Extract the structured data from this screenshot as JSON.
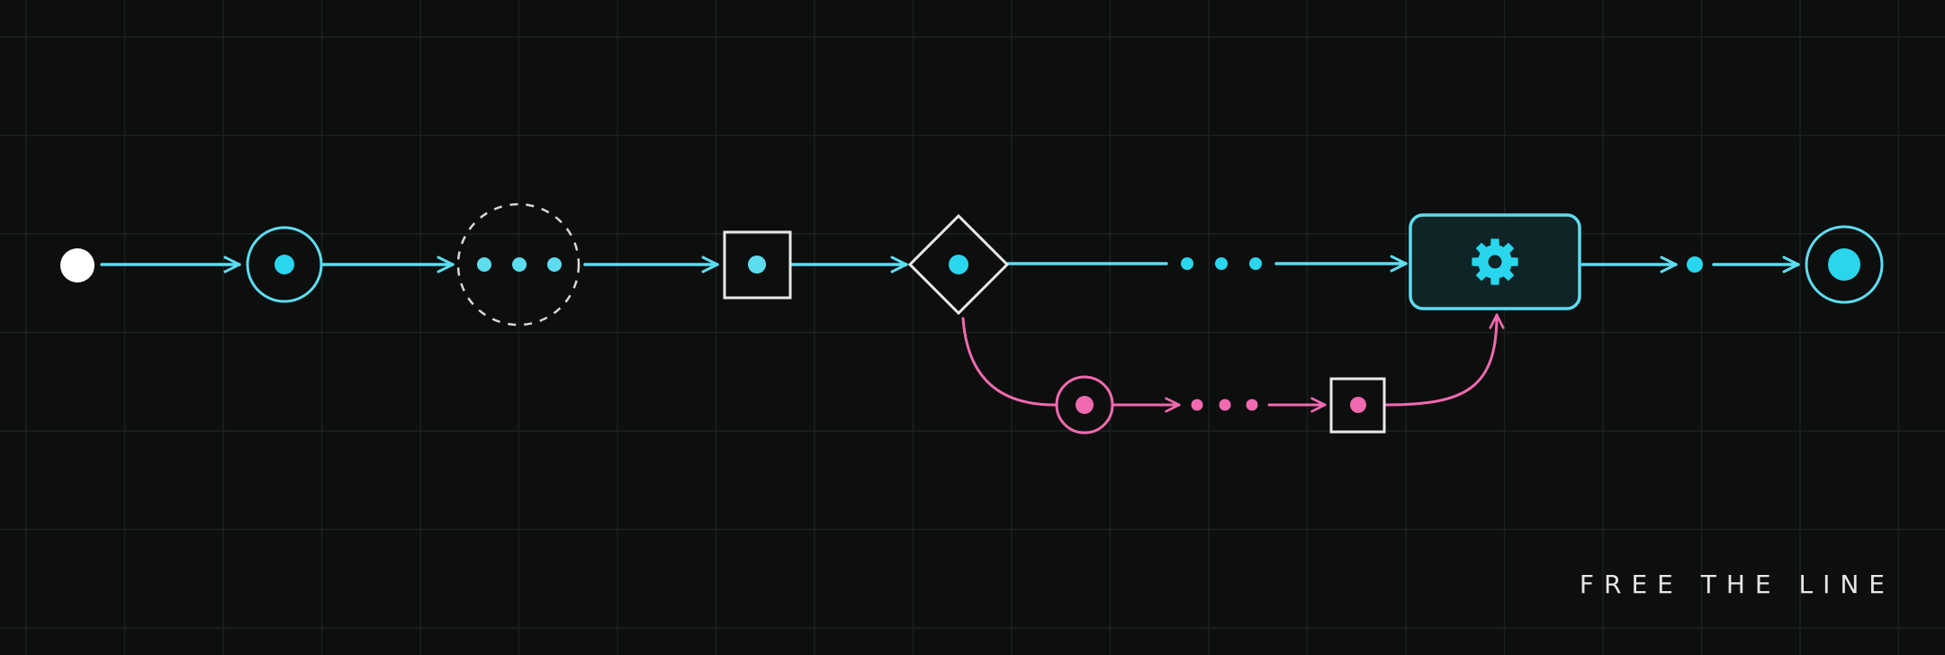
{
  "caption": "FREE THE LINE",
  "colors": {
    "background": "#0d0e0e",
    "grid": "#1e2121",
    "main_flow": "#5ddcf0",
    "node_fill_cyan": "#29d6ee",
    "branch_flow": "#f06ab0",
    "start_node": "#ffffff",
    "node_outline": "#e8e8e8",
    "task_fill": "#0f2426"
  },
  "diagram": {
    "main_path": [
      "start",
      "event",
      "subprocess",
      "task",
      "gateway",
      "service-task",
      "intermediate",
      "end"
    ],
    "branch_path": [
      "gateway",
      "branch-event",
      "branch-task",
      "service-task"
    ],
    "icons": {
      "service_task": "gear-icon"
    }
  }
}
